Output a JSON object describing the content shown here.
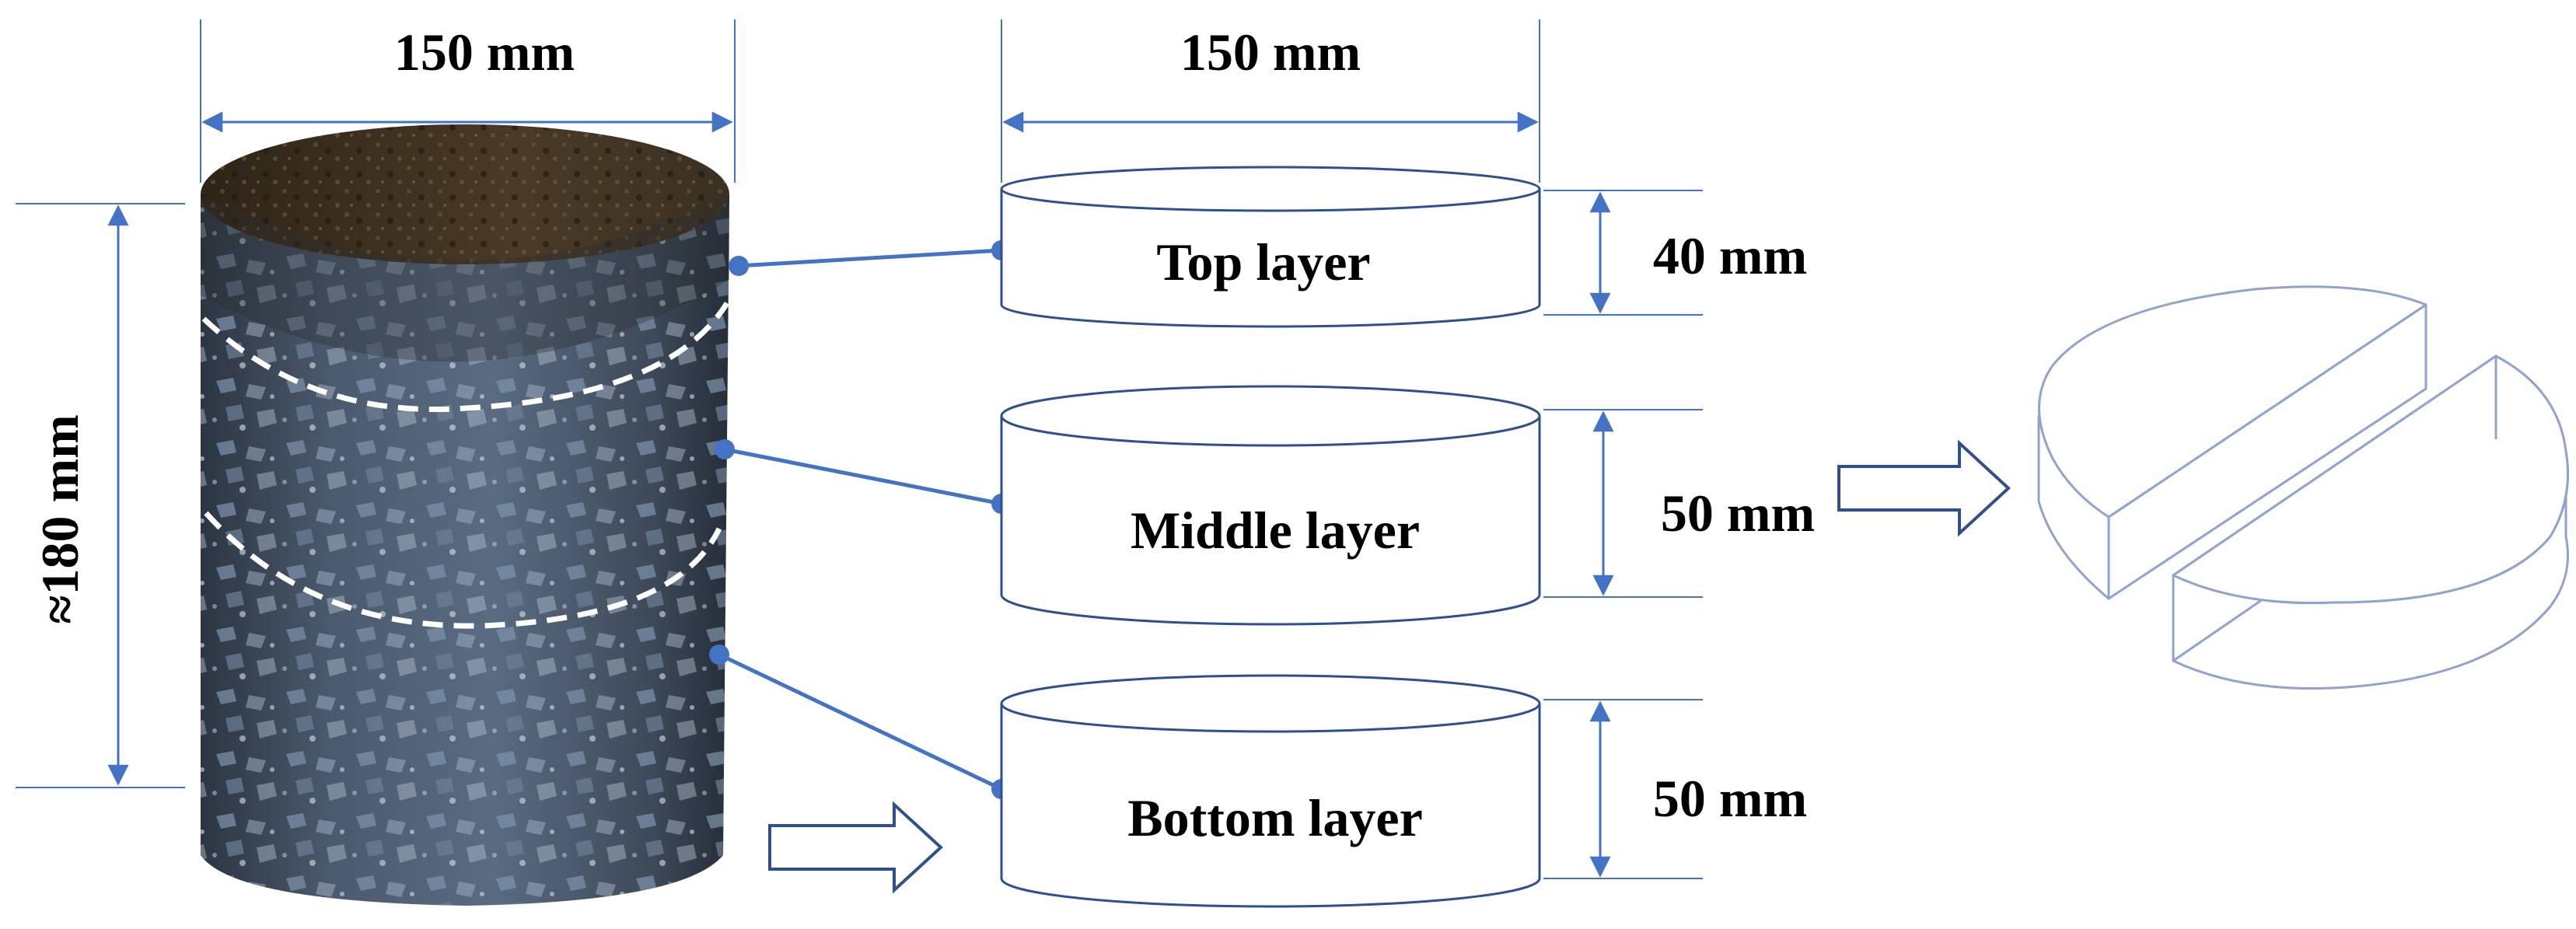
{
  "diagram": {
    "specimen": {
      "width_label": "150 mm",
      "height_label": "≈180 mm"
    },
    "layers_width_label": "150 mm",
    "layers": [
      {
        "name": "Top layer",
        "thickness": "40 mm"
      },
      {
        "name": "Middle layer",
        "thickness": "50 mm"
      },
      {
        "name": "Bottom layer",
        "thickness": "50 mm"
      }
    ]
  },
  "colors": {
    "dimension_line": "#4472c4",
    "outline": "#2f4f8f",
    "split_outline": "#8fa3cf",
    "dashed_boundary": "#ffffff",
    "asphalt_top": "#3a2c1c",
    "asphalt_body": "#3d4a5c"
  },
  "icons": [
    "arrow-right-icon",
    "split-disc-icon"
  ]
}
